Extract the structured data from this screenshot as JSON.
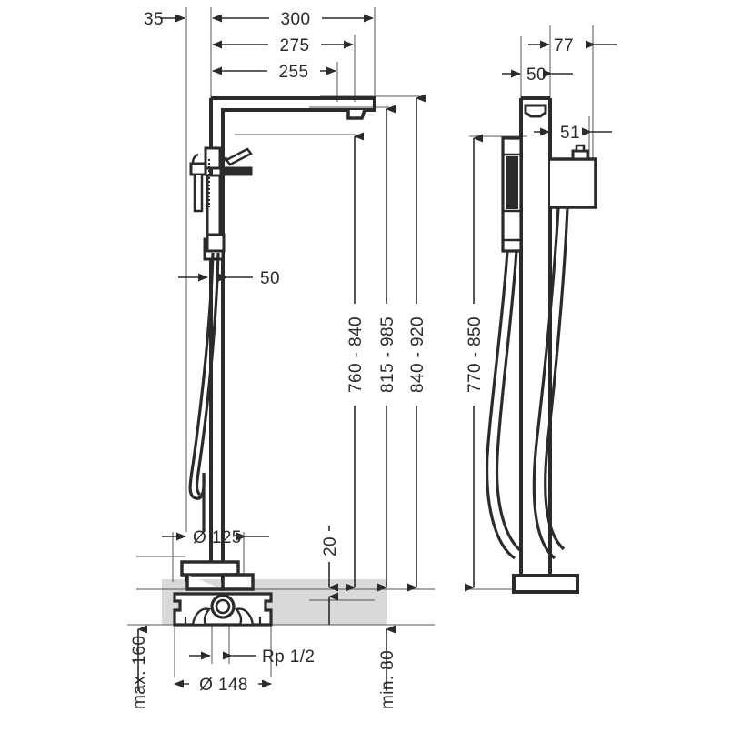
{
  "drawing": {
    "title": "Floor-standing bath mixer — dimensioned technical drawing",
    "type": "two-view technical dimension drawing",
    "units": "mm",
    "views": [
      {
        "name": "front-elevation",
        "position": "left"
      },
      {
        "name": "side-elevation",
        "position": "right"
      }
    ]
  },
  "colors": {
    "line": "#2b2b2b",
    "thin_line": "#555555",
    "floor_fill": "#d9d9d9",
    "background": "#ffffff",
    "text": "#2b2b2b"
  },
  "dimensions": {
    "front_top": [
      {
        "id": "d-35",
        "label": "35",
        "orientation": "horizontal",
        "value": 35
      },
      {
        "id": "d-300",
        "label": "300",
        "orientation": "horizontal",
        "value": 300
      },
      {
        "id": "d-275",
        "label": "275",
        "orientation": "horizontal",
        "value": 275
      },
      {
        "id": "d-255",
        "label": "255",
        "orientation": "horizontal",
        "value": 255
      }
    ],
    "front_vertical": [
      {
        "id": "d-760-840",
        "label": "760 - 840",
        "orientation": "vertical",
        "min": 760,
        "max": 840
      },
      {
        "id": "d-815-985",
        "label": "815 - 985",
        "orientation": "vertical",
        "min": 815,
        "max": 985
      },
      {
        "id": "d-840-920",
        "label": "840 - 920",
        "orientation": "vertical",
        "min": 840,
        "max": 920
      }
    ],
    "front_middle": [
      {
        "id": "d-50-front",
        "label": "50",
        "orientation": "horizontal",
        "value": 50
      },
      {
        "id": "d-20",
        "label": "20",
        "orientation": "vertical",
        "value": 20
      }
    ],
    "front_base": [
      {
        "id": "d-dia-125",
        "label": "Ø 125",
        "orientation": "horizontal",
        "value": 125
      },
      {
        "id": "d-dia-148",
        "label": "Ø 148",
        "orientation": "horizontal",
        "value": 148
      },
      {
        "id": "d-rp12",
        "label": "Rp 1/2",
        "orientation": "horizontal",
        "value": "Rp 1/2"
      },
      {
        "id": "d-max-160",
        "label": "max. 160",
        "orientation": "vertical",
        "value": 160
      },
      {
        "id": "d-min-80",
        "label": "min. 80",
        "orientation": "vertical",
        "value": 80
      }
    ],
    "side_top": [
      {
        "id": "d-77",
        "label": "77",
        "orientation": "horizontal",
        "value": 77
      },
      {
        "id": "d-50-side",
        "label": "50",
        "orientation": "horizontal",
        "value": 50
      },
      {
        "id": "d-51",
        "label": "51",
        "orientation": "horizontal",
        "value": 51
      }
    ],
    "side_vertical": [
      {
        "id": "d-770-850",
        "label": "770 - 850",
        "orientation": "vertical",
        "min": 770,
        "max": 850
      }
    ]
  },
  "labels": {
    "t35": "35",
    "t300": "300",
    "t275": "275",
    "t255": "255",
    "t50front": "50",
    "t20": "20",
    "t760_840": "760 - 840",
    "t815_985": "815 - 985",
    "t840_920": "840 - 920",
    "tdia125": "Ø 125",
    "tdia148": "Ø 148",
    "trp": "Rp 1/2",
    "tmax160": "max. 160",
    "tmin80": "min. 80",
    "t77": "77",
    "t50side": "50",
    "t51": "51",
    "t770_850": "770 - 850"
  }
}
